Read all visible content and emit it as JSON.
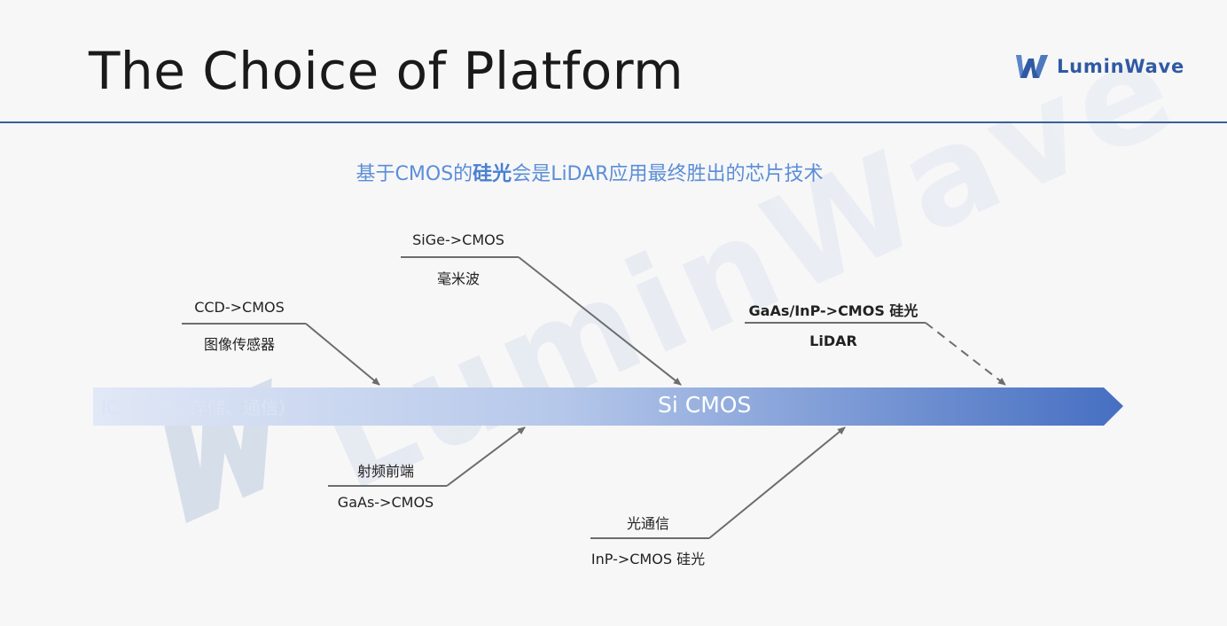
{
  "slide": {
    "title": "The Choice of Platform",
    "brand": "LuminWave",
    "watermark": "LuminWave",
    "headline_parts": [
      "基于CMOS的",
      "硅光",
      "会是LiDAR应用最终胜出的芯片技术"
    ]
  },
  "timeline": {
    "left_label": "IC（处理、存储、通信）",
    "center_label": "Si CMOS"
  },
  "branches": {
    "ccd": {
      "top": "CCD->CMOS",
      "bottom": "图像传感器"
    },
    "sige": {
      "top": "SiGe->CMOS",
      "bottom": "毫米波"
    },
    "lidar": {
      "top": "GaAs/InP->CMOS 硅光",
      "bottom": "LiDAR"
    },
    "rf": {
      "top": "射频前端",
      "bottom": "GaAs->CMOS"
    },
    "optical": {
      "top": "光通信",
      "bottom": "InP->CMOS 硅光"
    }
  },
  "colors": {
    "accent": "#5b8ed6",
    "rule": "#3a5f9c",
    "arrow_start": "#dfe7f6",
    "arrow_end": "#4a72c4"
  }
}
